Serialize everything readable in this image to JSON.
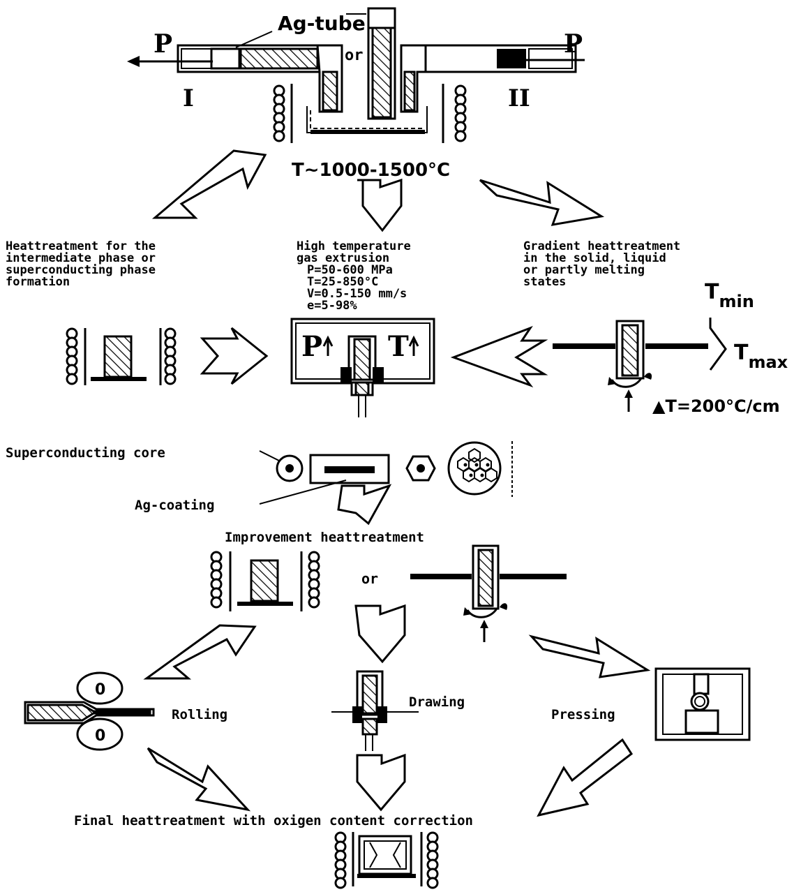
{
  "top": {
    "tube_label": "Ag-tube",
    "or_label": "or",
    "p_left": "P",
    "p_right": "P",
    "method_i": "I",
    "method_ii": "II",
    "temp_range": "T~1000-1500°C"
  },
  "left_branch": {
    "lines": [
      "Heattreatment for the",
      "intermediate phase or",
      "superconducting phase",
      "formation"
    ]
  },
  "center_branch": {
    "lines": [
      "High temperature",
      "gas extrusion",
      "P=50-600 MPa",
      "T=25-850°C",
      "V=0.5-150 mm/s",
      "e=5-98%"
    ]
  },
  "right_branch": {
    "lines": [
      "Gradient heattreatment",
      "in the solid, liquid",
      "or partly melting",
      "states"
    ],
    "tmin": "T",
    "tmin_sub": "min",
    "tmax": "T",
    "tmax_sub": "max",
    "gradient": "▲T=200°C/cm"
  },
  "press_box": {
    "p_label": "P",
    "t_label": "T"
  },
  "cross_sections": {
    "core_label": "Superconducting core",
    "coating_label": "Ag-coating"
  },
  "improvement": {
    "title": "Improvement  heattreatment",
    "or_label": "or"
  },
  "forming": {
    "rolling": "Rolling",
    "drawing": "Drawing",
    "pressing": "Pressing",
    "roll_mark_top": "0",
    "roll_mark_bottom": "0"
  },
  "final": {
    "title": "Final heattreatment with oxigen content correction"
  }
}
